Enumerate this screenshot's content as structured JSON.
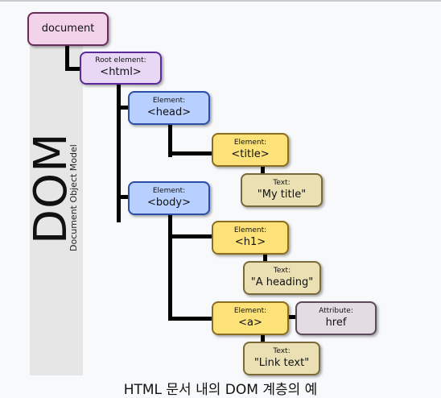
{
  "diagram": {
    "side_title": "DOM",
    "side_subtitle": "Document Object Model",
    "nodes": {
      "document": {
        "value": "document"
      },
      "html": {
        "label": "Root element:",
        "value": "<html>"
      },
      "head": {
        "label": "Element:",
        "value": "<head>"
      },
      "title": {
        "label": "Element:",
        "value": "<title>"
      },
      "title_text": {
        "label": "Text:",
        "value": "\"My title\""
      },
      "body": {
        "label": "Element:",
        "value": "<body>"
      },
      "h1": {
        "label": "Element:",
        "value": "<h1>"
      },
      "h1_text": {
        "label": "Text:",
        "value": "\"A heading\""
      },
      "a": {
        "label": "Element:",
        "value": "<a>"
      },
      "a_attr": {
        "label": "Attribute:",
        "value": "href"
      },
      "a_text": {
        "label": "Text:",
        "value": "\"Link text\""
      }
    }
  },
  "caption": "HTML 문서 내의 DOM 계층의 예",
  "colors": {
    "document": "#f2d3ea",
    "root": "#e8d8f6",
    "element": "#b7d0ff",
    "leaf_element": "#fde27a",
    "text": "#ebe0b4",
    "attribute": "#e3dde3"
  }
}
